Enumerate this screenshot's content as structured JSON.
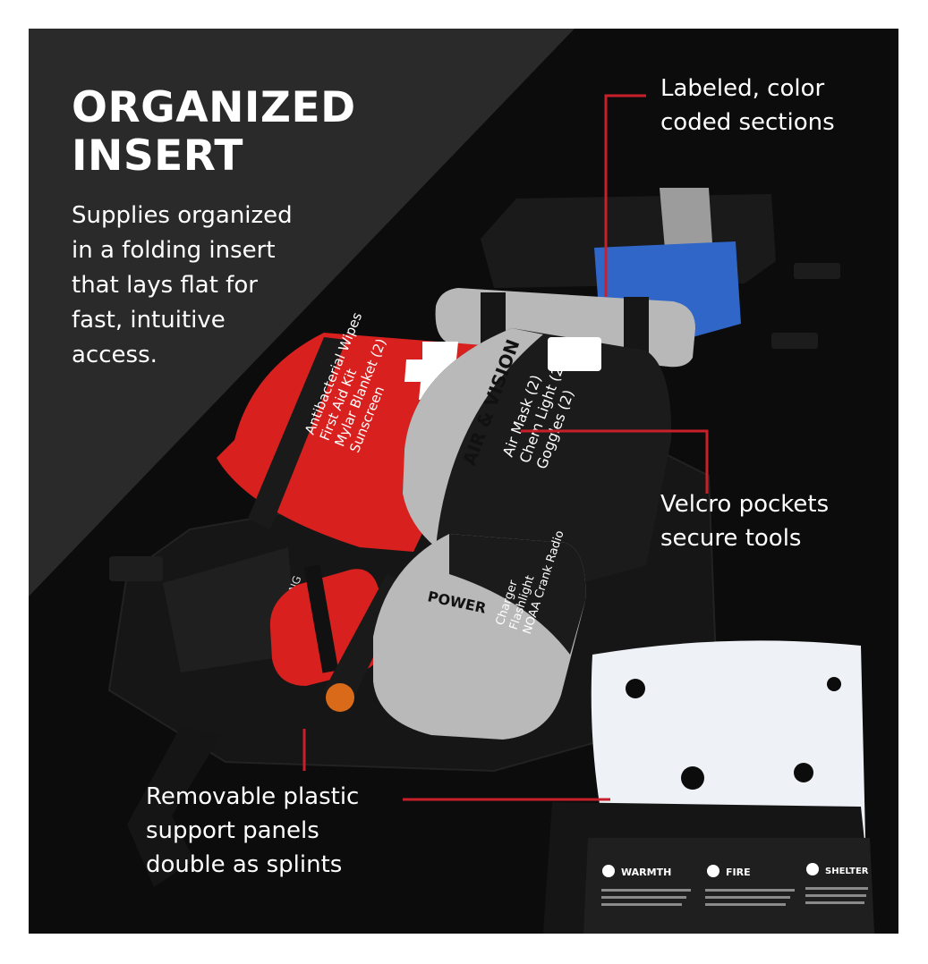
{
  "headline": {
    "line1": "ORGANIZED",
    "line2": "INSERT"
  },
  "subtext": {
    "line1": "Supplies organized",
    "line2": "in a folding insert",
    "line3": "that lays flat for",
    "line4": "fast, intuitive",
    "line5": "access."
  },
  "callouts": {
    "labeled": {
      "line1": "Labeled, color",
      "line2": "coded sections"
    },
    "velcro": {
      "line1": "Velcro pockets",
      "line2": "secure tools"
    },
    "panels": {
      "line1": "Removable plastic",
      "line2": "support panels",
      "line3": "double as splints"
    }
  },
  "product_labels": {
    "first_aid": [
      "Antibacterial Wipes",
      "First Aid Kit",
      "Mylar Blanket (2)",
      "Sunscreen"
    ],
    "air_vision_title": "AIR & VISION",
    "air_vision": [
      "Air Mask (2)",
      "Chem Light (2)",
      "Goggles (2)"
    ],
    "power_title": "POWER",
    "power": [
      "Charger",
      "Flashlight",
      "NOAA Crank Radio"
    ],
    "lighting": "LIGHTING",
    "card_sections": [
      "WARMTH",
      "FIRE",
      "SHELTER"
    ]
  },
  "colors": {
    "panel_bg": "#0c0c0c",
    "diagonal": "#2a2a2a",
    "accent_line": "#c8202a",
    "red_pouch": "#d8211e",
    "blue_pouch": "#2f66c8",
    "gray_pouch": "#b9b9b9",
    "text": "#ffffff"
  }
}
